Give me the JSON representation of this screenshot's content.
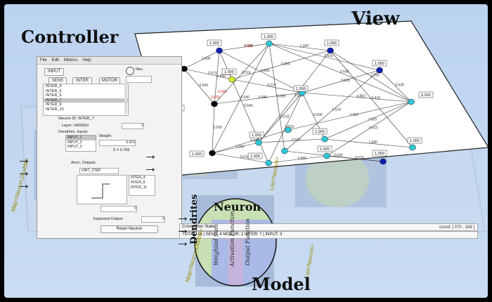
{
  "labels": {
    "controller": "Controller",
    "view": "View",
    "model": "Model"
  },
  "model_card": {
    "title": "Neuron",
    "dendrites": "Dendrites",
    "slices": [
      "Activation Function",
      "Weighted Sum",
      "Output Function"
    ]
  },
  "side_labels": {
    "left_map": "Map<Neuron,Double>",
    "bottom_map": "Map<Neuron,Double>",
    "right_list": "List<Neuron>",
    "mid_list": "List<Neuron>"
  },
  "controller": {
    "menu": [
      "File",
      "Edit",
      "Metrics",
      "Help"
    ],
    "input_button": "INPUT",
    "type_buttons": [
      "SENS",
      "INTER",
      "MOTOR"
    ],
    "neuron_list": [
      "INTER_4",
      "INTER_5",
      "INTER_6",
      "INTER_7",
      "INTER_9",
      "INTER_10"
    ],
    "selected_neuron": "INTER_7",
    "neuron_id_label": "Neuron ID:",
    "neuron_id_value": "INTER_7",
    "layer_label": "Layer:",
    "layer_value": "HIDDEN",
    "layer_count": "0",
    "dendrites_header": "Dendrites, Inputs",
    "weight_header": "Weight",
    "dendrite_inputs": [
      "INPUT_1",
      "INPUT_2",
      "INPUT_3"
    ],
    "weight_value": "0.610",
    "sum_label": "Σ = 0.766",
    "axon_header": "Axon, Outputs",
    "function_select": "UNIT_STEP",
    "axon_outputs": [
      "INTER_4",
      "INTER_6",
      "INTER_11"
    ],
    "axon_value": "0",
    "expected_label": "Expected Output:",
    "expected_value": "0",
    "reset_button": "Reset Neuron",
    "neuron_button": "Neu"
  },
  "connection_bar": {
    "title": "Connection State",
    "counts": "TOTAL: 16 | SENS: 4  MOTOR: 2  INTER: 7 | INPUT: 3",
    "coord": "coord: [ 370 , 169 ]"
  },
  "edge_labels": [
    "1.000",
    "0.610",
    "0.640",
    "0.500",
    "0.850",
    "0.516",
    "0.690"
  ],
  "red_labels": [
    "1.000",
    "0.640",
    "0.516",
    "0.500"
  ],
  "node_boxes": [
    "1.000",
    "1.000",
    "1.000",
    "1.000",
    "1.000",
    "1.000",
    "1.000",
    "0.100",
    "1.000",
    "1.000",
    "1.000",
    "1.000",
    "1.000",
    "1.000",
    "1.000",
    "0.000"
  ],
  "colors": {
    "background": "#c3d7ef",
    "node_blue": "#0b1fb0",
    "node_cyan": "#33c7d6",
    "node_black": "#000000",
    "node_selected": "#d9e92b",
    "card_green": "#c8e0b4",
    "card_blue": "#a9b9e8",
    "card_purple": "#c3b4dc"
  }
}
